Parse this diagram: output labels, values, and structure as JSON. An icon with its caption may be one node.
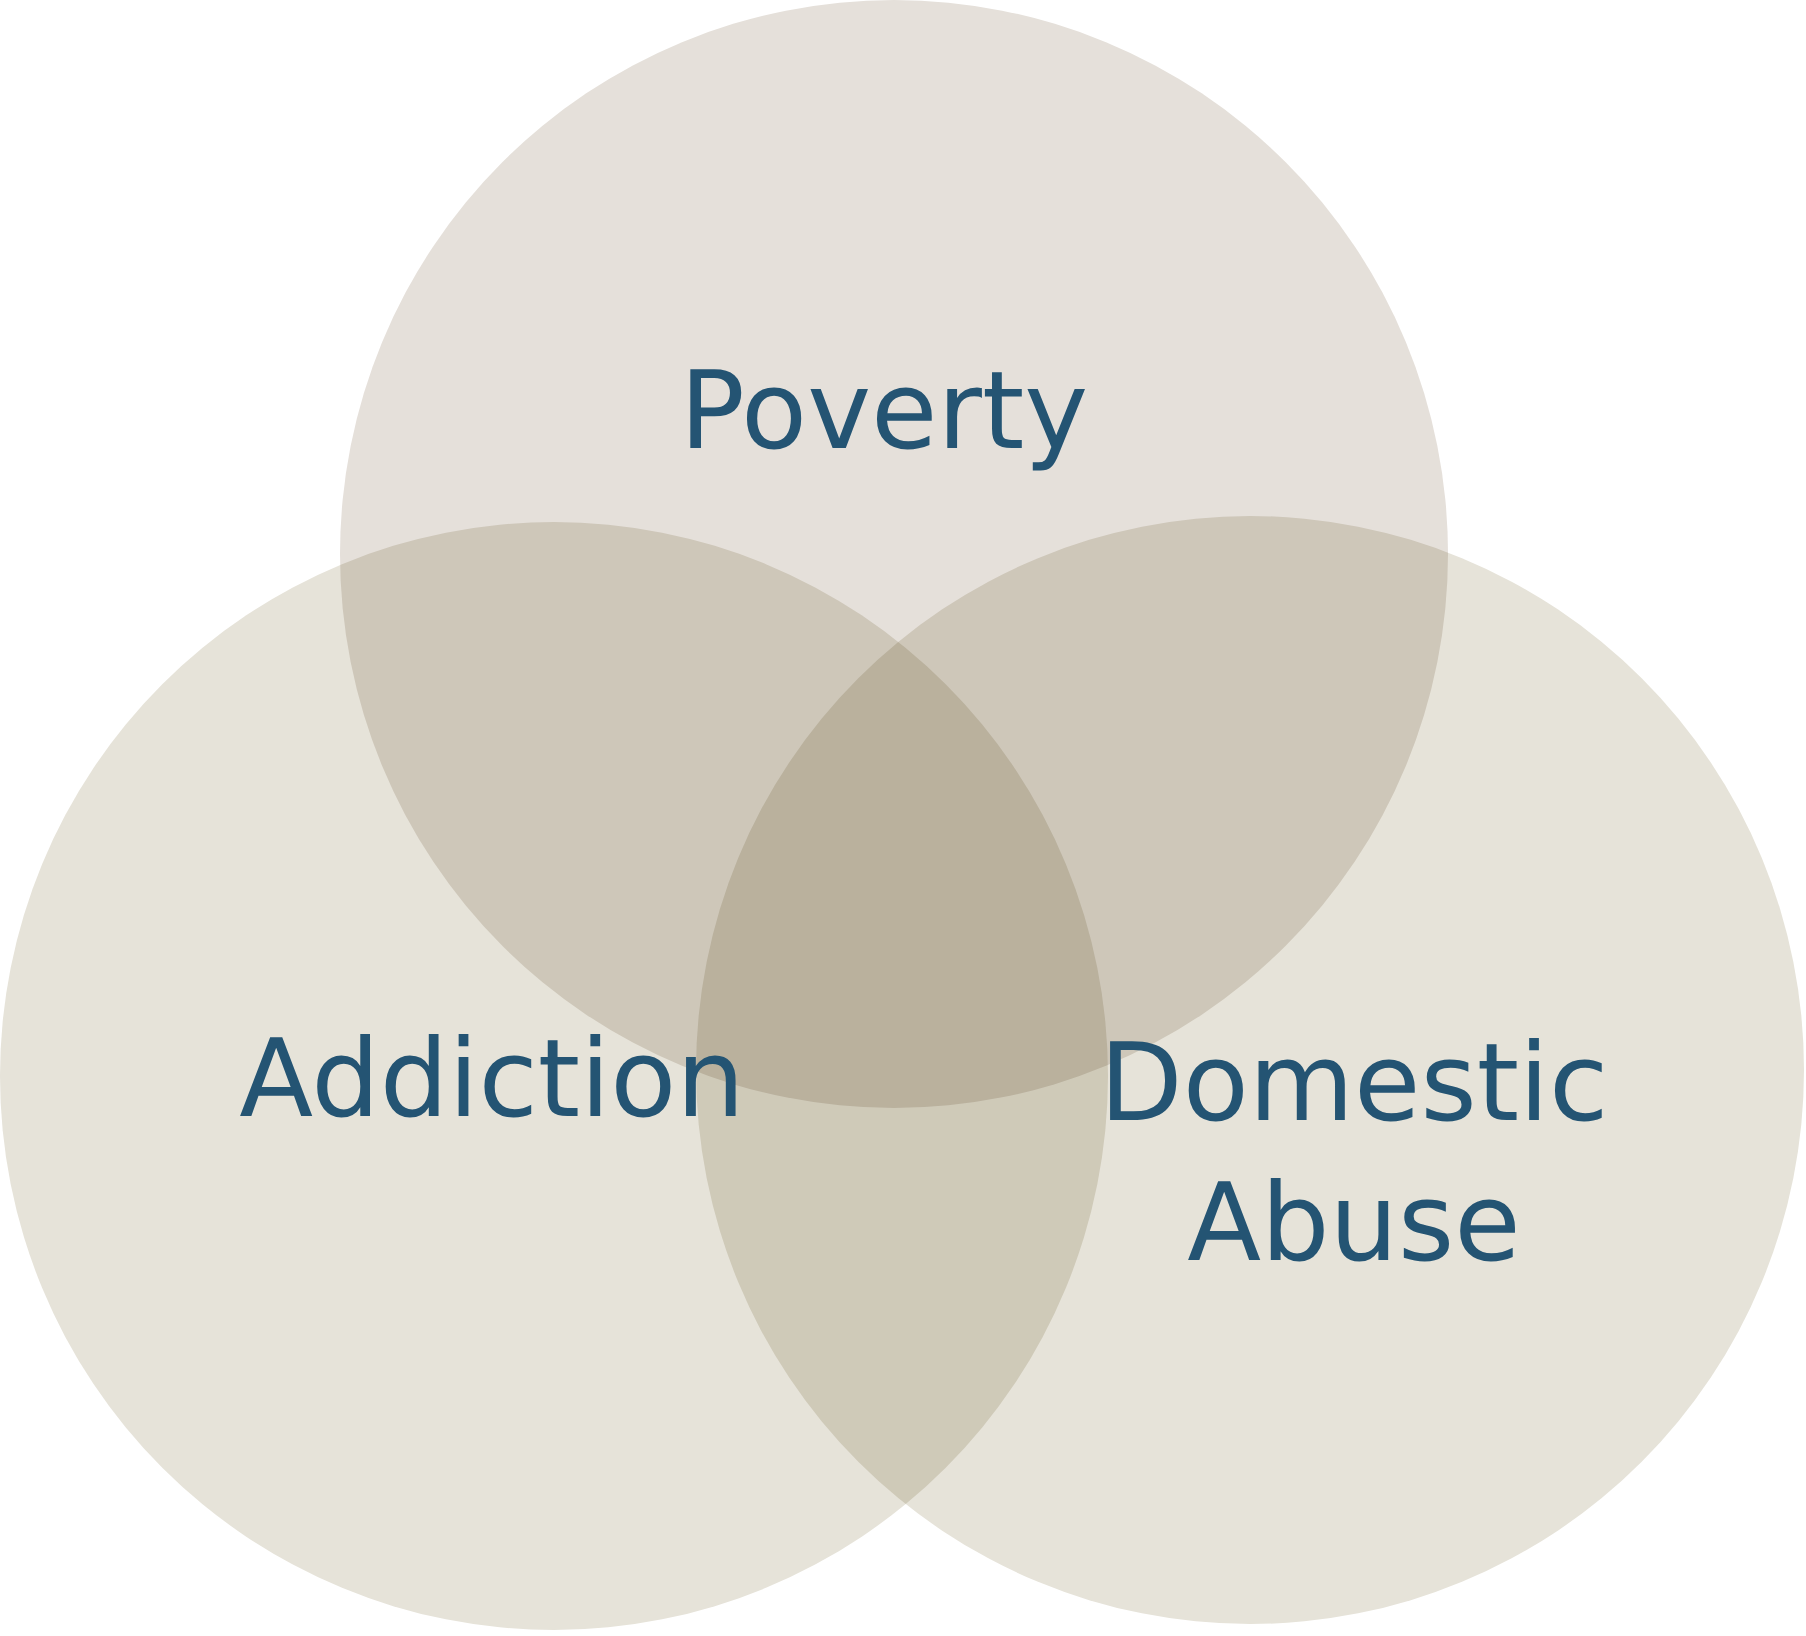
{
  "diagram": {
    "nodes": [
      {
        "text": [
          "Poverty"
        ]
      },
      {
        "text": [
          "Addiction"
        ]
      },
      {
        "text": [
          "Domestic Abuse"
        ]
      }
    ]
  }
}
